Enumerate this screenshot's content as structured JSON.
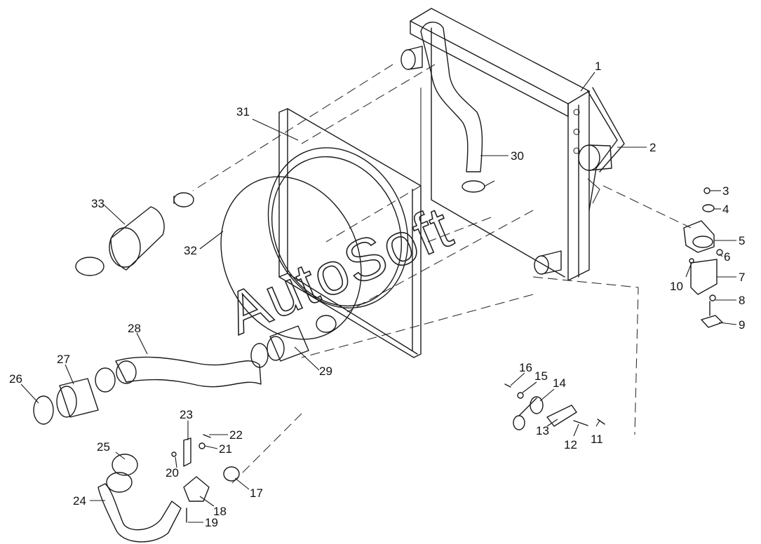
{
  "watermark": "AutoSoft",
  "callouts": [
    "1",
    "2",
    "3",
    "4",
    "5",
    "6",
    "7",
    "8",
    "9",
    "10",
    "11",
    "12",
    "13",
    "14",
    "15",
    "16",
    "17",
    "18",
    "19",
    "20",
    "21",
    "22",
    "23",
    "24",
    "25",
    "26",
    "27",
    "28",
    "29",
    "30",
    "31",
    "32",
    "33"
  ]
}
